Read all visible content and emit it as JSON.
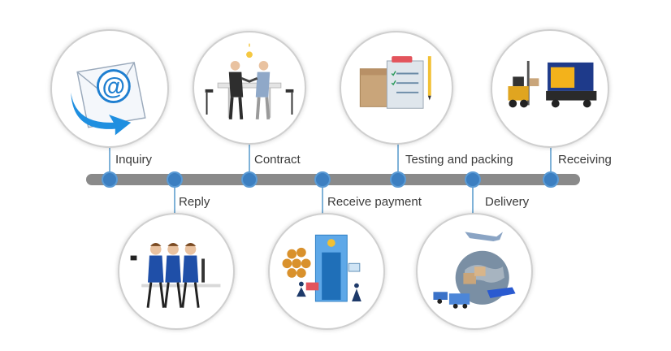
{
  "steps": [
    {
      "label": "Inquiry",
      "position": "top",
      "illustration": "email-icon"
    },
    {
      "label": "Reply",
      "position": "bottom",
      "illustration": "office-workers-illustration"
    },
    {
      "label": "Contract",
      "position": "top",
      "illustration": "handshake-illustration"
    },
    {
      "label": "Receive payment",
      "position": "bottom",
      "illustration": "payment-illustration"
    },
    {
      "label": "Testing and packing",
      "position": "top",
      "illustration": "package-checklist-illustration"
    },
    {
      "label": "Delivery",
      "position": "bottom",
      "illustration": "globe-shipping-illustration"
    },
    {
      "label": "Receiving",
      "position": "top",
      "illustration": "forklift-truck-illustration"
    }
  ],
  "colors": {
    "timeline": "#8a8a8a",
    "dot": "#3c7fc1",
    "stem": "#7fb2d8",
    "text": "#3a3a3a",
    "accent_blue": "#1f7fd0"
  }
}
